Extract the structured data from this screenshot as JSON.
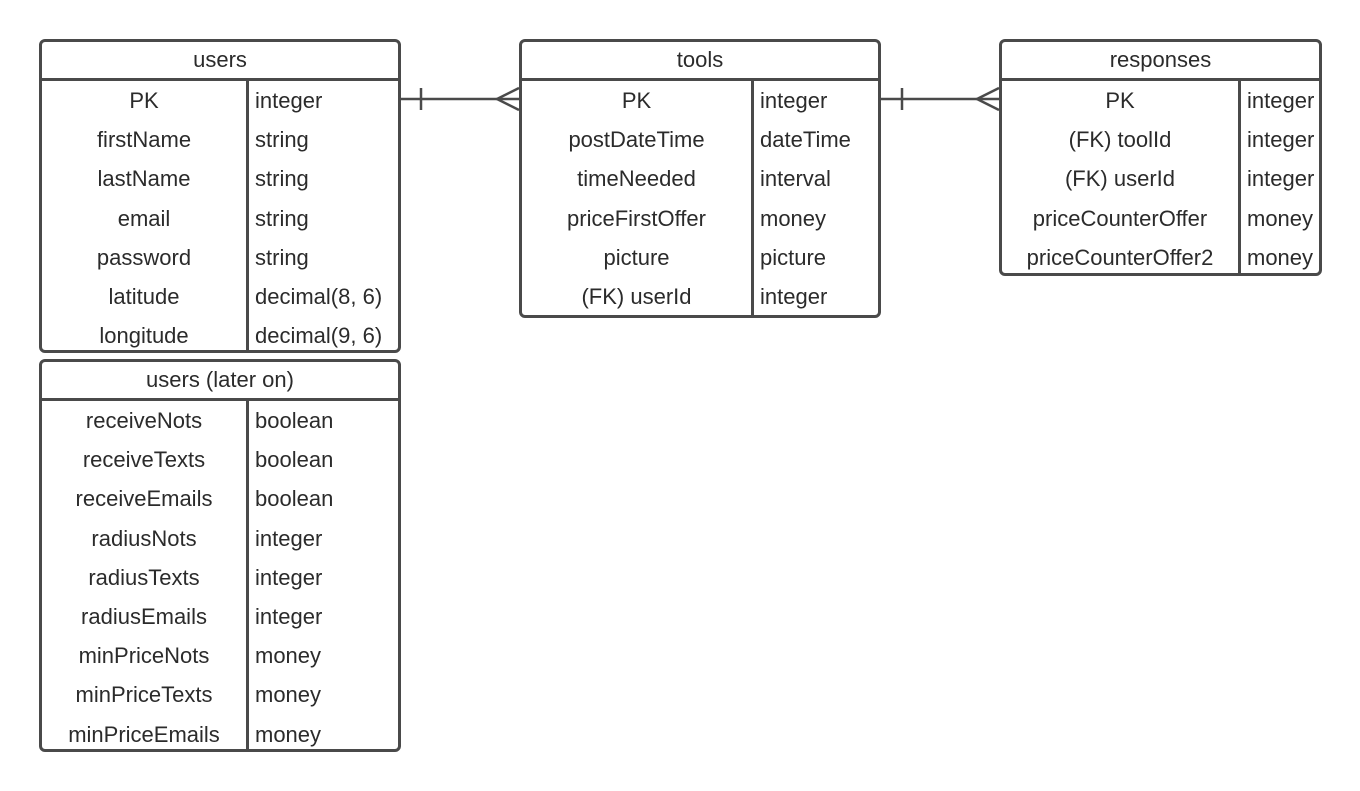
{
  "entities": [
    {
      "id": "users",
      "title": "users",
      "rows": [
        {
          "name": "PK",
          "type": "integer"
        },
        {
          "name": "firstName",
          "type": "string"
        },
        {
          "name": "lastName",
          "type": "string"
        },
        {
          "name": "email",
          "type": "string"
        },
        {
          "name": "password",
          "type": "string"
        },
        {
          "name": "latitude",
          "type": "decimal(8, 6)"
        },
        {
          "name": "longitude",
          "type": "decimal(9, 6)"
        }
      ]
    },
    {
      "id": "users-later",
      "title": "users (later on)",
      "rows": [
        {
          "name": "receiveNots",
          "type": "boolean"
        },
        {
          "name": "receiveTexts",
          "type": "boolean"
        },
        {
          "name": "receiveEmails",
          "type": "boolean"
        },
        {
          "name": "radiusNots",
          "type": "integer"
        },
        {
          "name": "radiusTexts",
          "type": "integer"
        },
        {
          "name": "radiusEmails",
          "type": "integer"
        },
        {
          "name": "minPriceNots",
          "type": "money"
        },
        {
          "name": "minPriceTexts",
          "type": "money"
        },
        {
          "name": "minPriceEmails",
          "type": "money"
        }
      ]
    },
    {
      "id": "tools",
      "title": "tools",
      "rows": [
        {
          "name": "PK",
          "type": "integer"
        },
        {
          "name": "postDateTime",
          "type": "dateTime"
        },
        {
          "name": "timeNeeded",
          "type": "interval"
        },
        {
          "name": "priceFirstOffer",
          "type": "money"
        },
        {
          "name": "picture",
          "type": "picture"
        },
        {
          "name": "(FK) userId",
          "type": "integer"
        }
      ]
    },
    {
      "id": "responses",
      "title": "responses",
      "rows": [
        {
          "name": "PK",
          "type": "integer"
        },
        {
          "name": "(FK) toolId",
          "type": "integer"
        },
        {
          "name": "(FK) userId",
          "type": "integer"
        },
        {
          "name": "priceCounterOffer",
          "type": "money"
        },
        {
          "name": "priceCounterOffer2",
          "type": "money"
        }
      ]
    }
  ],
  "relationships": [
    {
      "from": "users",
      "to": "tools",
      "from_cardinality": "one",
      "to_cardinality": "many"
    },
    {
      "from": "tools",
      "to": "responses",
      "from_cardinality": "one",
      "to_cardinality": "many"
    }
  ],
  "colors": {
    "border": "#4a4a4a",
    "text": "#2b2b2b",
    "background": "#ffffff"
  }
}
